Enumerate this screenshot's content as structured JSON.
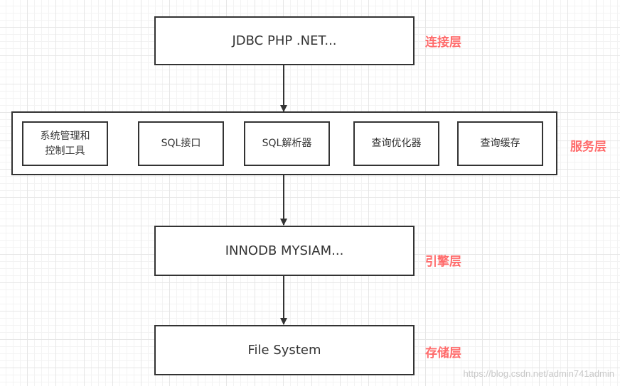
{
  "layers": {
    "connection": {
      "box_text": "JDBC PHP .NET...",
      "label": "连接层"
    },
    "service": {
      "items": [
        "系统管理和\n控制工具",
        "SQL接口",
        "SQL解析器",
        "查询优化器",
        "查询缓存"
      ],
      "label": "服务层"
    },
    "engine": {
      "box_text": "INNODB MYSIAM...",
      "label": "引擎层"
    },
    "storage": {
      "box_text": "File System",
      "label": "存储层"
    }
  },
  "watermark": "https://blog.csdn.net/admin741admin"
}
